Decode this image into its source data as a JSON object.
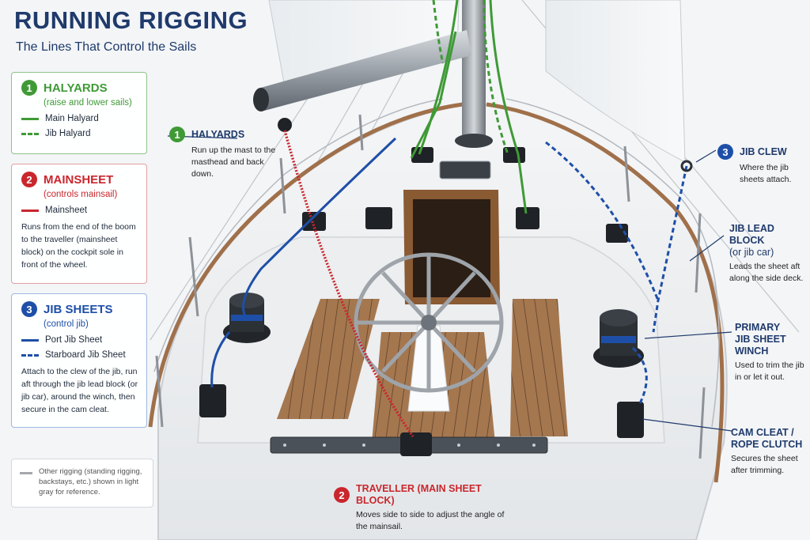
{
  "header": {
    "title": "RUNNING RIGGING",
    "subtitle": "The Lines That Control the Sails"
  },
  "colors": {
    "halyard": "#3f9a36",
    "mainsheet": "#c9272d",
    "jibsheet": "#1e4fa8",
    "navy": "#1f3a6b",
    "other": "#a4a8ad"
  },
  "legend": {
    "halyards": {
      "number": "1",
      "title": "HALYARDS",
      "subtitle": "(raise and lower sails)",
      "items": [
        "Main Halyard",
        "Jib Halyard"
      ]
    },
    "mainsheet": {
      "number": "2",
      "title": "MAINSHEET",
      "subtitle": "(controls mainsail)",
      "items": [
        "Mainsheet"
      ],
      "description": "Runs from the end of the boom to the traveller (mainsheet block) on the cockpit sole in front of the wheel."
    },
    "jib_sheets": {
      "number": "3",
      "title": "JIB SHEETS",
      "subtitle": "(control jib)",
      "items": [
        "Port Jib Sheet",
        "Starboard Jib Sheet"
      ],
      "description": "Attach to the clew of the jib, run aft through the jib lead block (or jib car), around the winch, then secure in the cam cleat."
    },
    "other_note": "Other rigging (standing rigging, backstays, etc.) shown in light gray for reference."
  },
  "callouts": {
    "halyards": {
      "number": "1",
      "title": "HALYARDS",
      "desc": "Run up the mast to the masthead and back down."
    },
    "jib_clew": {
      "number": "3",
      "title": "JIB CLEW",
      "desc": "Where the jib sheets attach."
    },
    "jib_lead": {
      "title_1": "JIB LEAD BLOCK",
      "title_2": "(or jib car)",
      "desc": "Leads the sheet aft along the side deck."
    },
    "winch": {
      "title_1": "PRIMARY",
      "title_2": "JIB SHEET WINCH",
      "desc": "Used to trim the jib in or let it out."
    },
    "cam": {
      "title_1": "CAM CLEAT /",
      "title_2": "ROPE CLUTCH",
      "desc": "Secures the sheet after trimming."
    },
    "traveller": {
      "number": "2",
      "title": "TRAVELLER (MAIN SHEET BLOCK)",
      "desc": "Moves side to side to adjust the angle of the mainsail."
    }
  }
}
